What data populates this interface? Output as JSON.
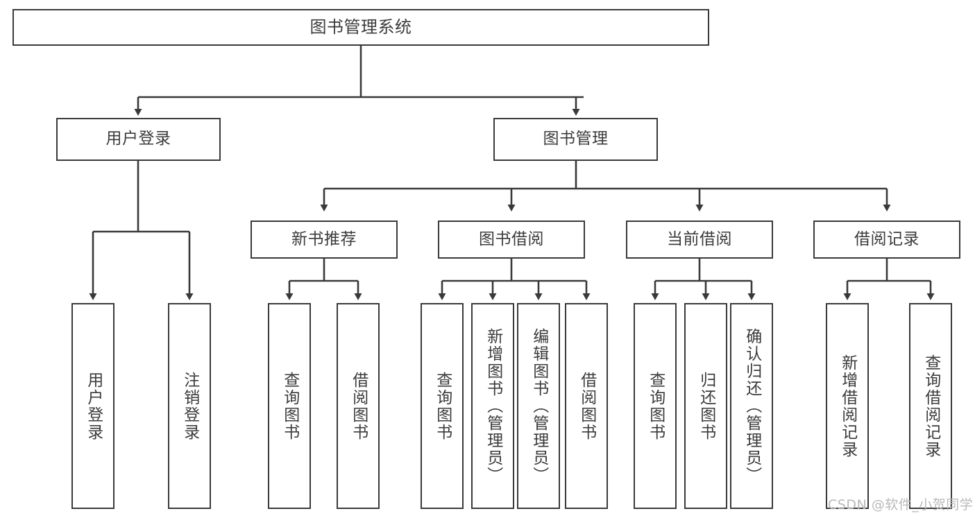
{
  "diagram": {
    "type": "tree-hierarchy",
    "title": "图书管理系统",
    "watermark": "CSDN @软件_小贺同学",
    "colors": {
      "border": "#39393b",
      "text": "#3b3b3d",
      "background": "#ffffff",
      "watermark": "#b9b9bb"
    },
    "nodes": {
      "root": {
        "label": "图书管理系统"
      },
      "level2": [
        {
          "id": "user-login",
          "label": "用户登录"
        },
        {
          "id": "book-manage",
          "label": "图书管理"
        }
      ],
      "level3": [
        {
          "id": "new-book-recommend",
          "label": "新书推荐"
        },
        {
          "id": "book-borrow",
          "label": "图书借阅"
        },
        {
          "id": "current-borrow",
          "label": "当前借阅"
        },
        {
          "id": "borrow-record",
          "label": "借阅记录"
        }
      ],
      "leaves": {
        "user_login": [
          {
            "id": "leaf-user-login",
            "label": "用户登录"
          },
          {
            "id": "leaf-logout-login",
            "label": "注销登录"
          }
        ],
        "new_book_recommend": [
          {
            "id": "leaf-query-book-1",
            "label": "查询图书"
          },
          {
            "id": "leaf-borrow-book-1",
            "label": "借阅图书"
          }
        ],
        "book_borrow": [
          {
            "id": "leaf-query-book-2",
            "label": "查询图书"
          },
          {
            "id": "leaf-add-book-admin",
            "label": "新增图书（管理员）"
          },
          {
            "id": "leaf-edit-book-admin",
            "label": "编辑图书（管理员）"
          },
          {
            "id": "leaf-borrow-book-2",
            "label": "借阅图书"
          }
        ],
        "current_borrow": [
          {
            "id": "leaf-query-book-3",
            "label": "查询图书"
          },
          {
            "id": "leaf-return-book",
            "label": "归还图书"
          },
          {
            "id": "leaf-confirm-return-admin",
            "label": "确认归还（管理员）"
          }
        ],
        "borrow_record": [
          {
            "id": "leaf-add-borrow-record",
            "label": "新增借阅记录"
          },
          {
            "id": "leaf-query-borrow-record",
            "label": "查询借阅记录"
          }
        ]
      }
    }
  }
}
